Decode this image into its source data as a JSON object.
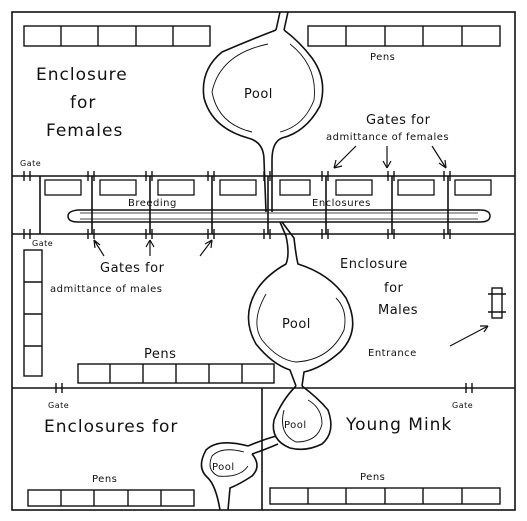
{
  "labels": {
    "enclosure_females_1": "Enclosure",
    "enclosure_females_2": "for",
    "enclosure_females_3": "Females",
    "pool_top": "Pool",
    "pens_top_right": "Pens",
    "gates_females_1": "Gates for",
    "gates_females_2": "admittance of females",
    "gate_top_left": "Gate",
    "breeding": "Breeding",
    "enclosures": "Enclosures",
    "gate_mid_left": "Gate",
    "gates_males_1": "Gates for",
    "gates_males_2": "admittance of males",
    "enclosure_males_1": "Enclosure",
    "enclosure_males_2": "for",
    "enclosure_males_3": "Males",
    "pool_mid": "Pool",
    "entrance": "Entrance",
    "pens_mid": "Pens",
    "gate_bottom_left": "Gate",
    "gate_bottom_right": "Gate",
    "enclosures_for": "Enclosures for",
    "pool_small": "Pool",
    "young_mink": "Young Mink",
    "pool_bottom": "Pool",
    "pens_bottom_left": "Pens",
    "pens_bottom_right": "Pens"
  },
  "colors": {
    "ink": "#111111",
    "paper": "#ffffff"
  }
}
